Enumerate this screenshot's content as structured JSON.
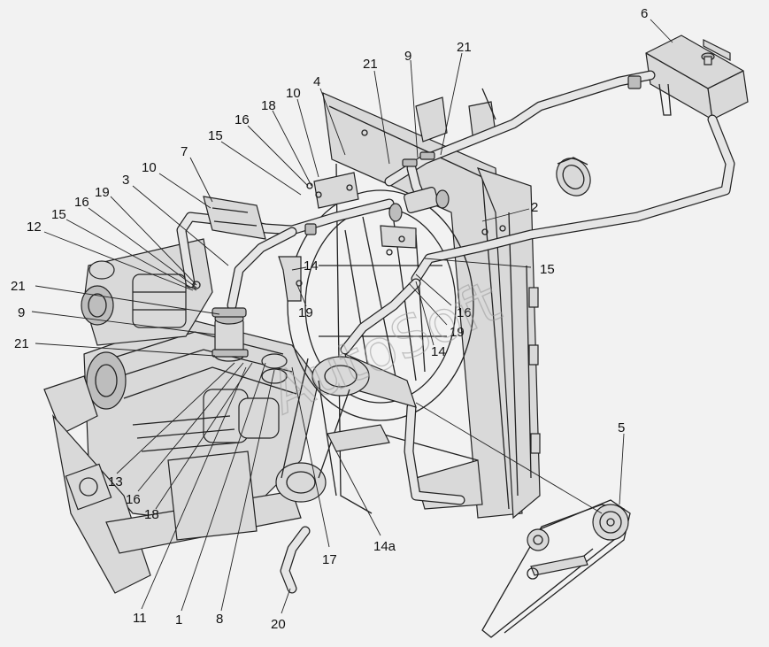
{
  "watermark": "AutoSoft",
  "labels": [
    {
      "id": "6",
      "text": "6"
    },
    {
      "id": "21a",
      "text": "21"
    },
    {
      "id": "9a",
      "text": "9"
    },
    {
      "id": "21b",
      "text": "21"
    },
    {
      "id": "4",
      "text": "4"
    },
    {
      "id": "10a",
      "text": "10"
    },
    {
      "id": "18a",
      "text": "18"
    },
    {
      "id": "16a",
      "text": "16"
    },
    {
      "id": "15a",
      "text": "15"
    },
    {
      "id": "7",
      "text": "7"
    },
    {
      "id": "10b",
      "text": "10"
    },
    {
      "id": "3",
      "text": "3"
    },
    {
      "id": "19a",
      "text": "19"
    },
    {
      "id": "16b",
      "text": "16"
    },
    {
      "id": "15b",
      "text": "15"
    },
    {
      "id": "12",
      "text": "12"
    },
    {
      "id": "2",
      "text": "2"
    },
    {
      "id": "14a",
      "text": "14"
    },
    {
      "id": "15c",
      "text": "15"
    },
    {
      "id": "21c",
      "text": "21"
    },
    {
      "id": "19b",
      "text": "19"
    },
    {
      "id": "16c",
      "text": "16"
    },
    {
      "id": "9b",
      "text": "9"
    },
    {
      "id": "19c",
      "text": "19"
    },
    {
      "id": "21d",
      "text": "21"
    },
    {
      "id": "14b",
      "text": "14"
    },
    {
      "id": "5",
      "text": "5"
    },
    {
      "id": "13",
      "text": "13"
    },
    {
      "id": "16d",
      "text": "16"
    },
    {
      "id": "18b",
      "text": "18"
    },
    {
      "id": "17",
      "text": "17"
    },
    {
      "id": "14c",
      "text": "14a"
    },
    {
      "id": "11",
      "text": "11"
    },
    {
      "id": "1",
      "text": "1"
    },
    {
      "id": "8",
      "text": "8"
    },
    {
      "id": "20",
      "text": "20"
    }
  ]
}
